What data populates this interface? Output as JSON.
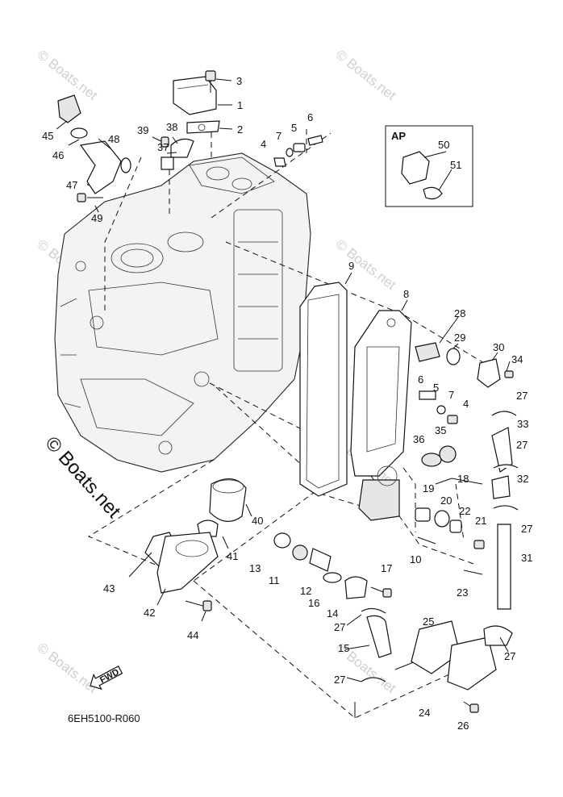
{
  "diagram": {
    "code": "6EH5100-R060",
    "copyright": "© Boats.net",
    "watermark": "© Boats.net",
    "inset_label": "AP",
    "fwd_label": "FWD"
  },
  "callouts": [
    {
      "n": "1"
    },
    {
      "n": "2"
    },
    {
      "n": "3"
    },
    {
      "n": "4"
    },
    {
      "n": "5"
    },
    {
      "n": "6"
    },
    {
      "n": "7"
    },
    {
      "n": "8"
    },
    {
      "n": "9"
    },
    {
      "n": "10"
    },
    {
      "n": "11"
    },
    {
      "n": "12"
    },
    {
      "n": "13"
    },
    {
      "n": "14"
    },
    {
      "n": "15"
    },
    {
      "n": "16"
    },
    {
      "n": "17"
    },
    {
      "n": "18"
    },
    {
      "n": "19"
    },
    {
      "n": "20"
    },
    {
      "n": "21"
    },
    {
      "n": "22"
    },
    {
      "n": "23"
    },
    {
      "n": "24"
    },
    {
      "n": "25"
    },
    {
      "n": "26"
    },
    {
      "n": "27"
    },
    {
      "n": "28"
    },
    {
      "n": "29"
    },
    {
      "n": "30"
    },
    {
      "n": "31"
    },
    {
      "n": "32"
    },
    {
      "n": "33"
    },
    {
      "n": "34"
    },
    {
      "n": "35"
    },
    {
      "n": "36"
    },
    {
      "n": "37"
    },
    {
      "n": "38"
    },
    {
      "n": "39"
    },
    {
      "n": "40"
    },
    {
      "n": "41"
    },
    {
      "n": "42"
    },
    {
      "n": "43"
    },
    {
      "n": "44"
    },
    {
      "n": "45"
    },
    {
      "n": "46"
    },
    {
      "n": "47"
    },
    {
      "n": "48"
    },
    {
      "n": "49"
    },
    {
      "n": "50"
    },
    {
      "n": "51"
    }
  ]
}
